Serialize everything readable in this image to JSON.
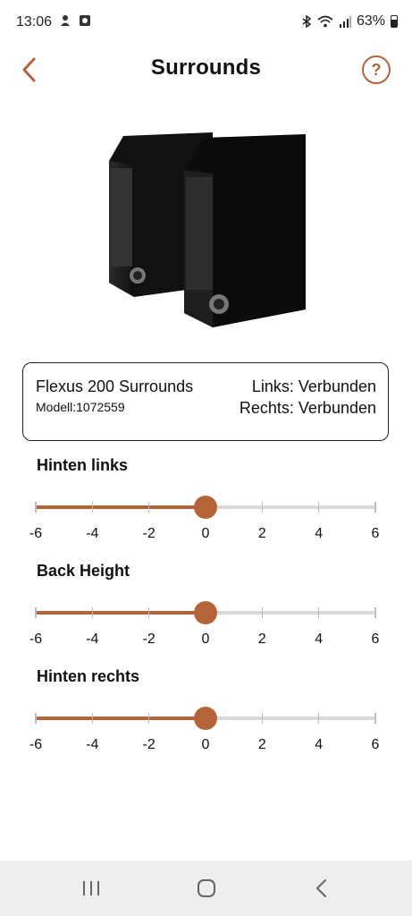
{
  "status_bar": {
    "time": "13:06",
    "battery_percent": "63%",
    "icons": [
      "notification-icon",
      "media-icon",
      "bluetooth-icon",
      "wifi-icon",
      "signal-icon",
      "battery-icon"
    ]
  },
  "header": {
    "title": "Surrounds",
    "back_icon": "chevron-left-icon",
    "help_label": "?"
  },
  "device": {
    "name": "Flexus 200 Surrounds",
    "model": "Modell:1072559",
    "status_left": "Links: Verbunden",
    "status_right": "Rechts: Verbunden"
  },
  "sliders": [
    {
      "title": "Hinten links",
      "value": 0,
      "min": -6,
      "max": 6,
      "labels": [
        "-6",
        "-4",
        "-2",
        "0",
        "2",
        "4",
        "6"
      ]
    },
    {
      "title": "Back Height",
      "value": 0,
      "min": -6,
      "max": 6,
      "labels": [
        "-6",
        "-4",
        "-2",
        "0",
        "2",
        "4",
        "6"
      ]
    },
    {
      "title": "Hinten rechts",
      "value": 0,
      "min": -6,
      "max": 6,
      "labels": [
        "-6",
        "-4",
        "-2",
        "0",
        "2",
        "4",
        "6"
      ]
    }
  ],
  "nav_bar": [
    "recent-apps-icon",
    "home-icon",
    "back-icon"
  ],
  "colors": {
    "accent": "#b5643a",
    "track": "#d9d9d9"
  }
}
